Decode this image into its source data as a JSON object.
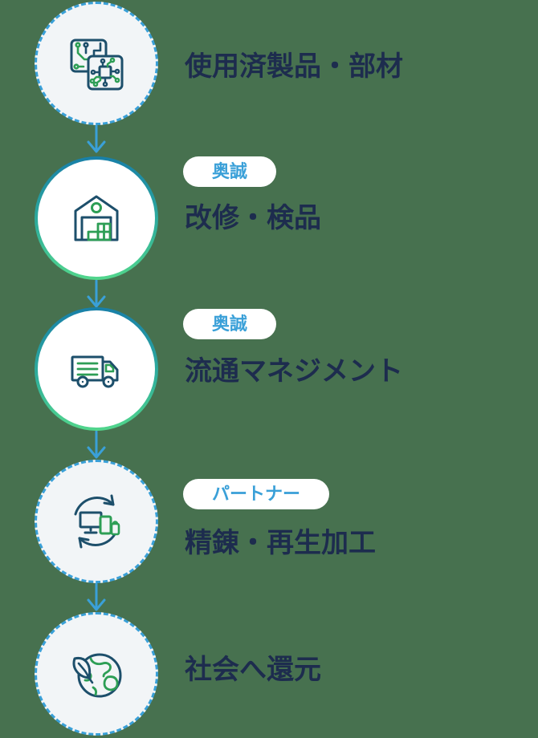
{
  "diagram": {
    "name": "recycling-process-flow",
    "background_color": "#47714f",
    "accent_blue": "#3aa0d8",
    "label_color": "#1d2c4e",
    "badge_text_color": "#3aa0d8",
    "badge_background": "#ffffff",
    "icon_navy": "#1d4f6b",
    "icon_green": "#2d9e55",
    "solid_border_gradient_top": "#187fa8",
    "solid_border_gradient_bottom": "#52d68c",
    "steps": [
      {
        "id": "used-products",
        "label": "使用済製品・部材",
        "badge": "",
        "icon": "circuit-boards-icon",
        "circle_style": "dashed"
      },
      {
        "id": "refurbish-inspect",
        "label": "改修・検品",
        "badge": "奥誠",
        "icon": "warehouse-icon",
        "circle_style": "solid"
      },
      {
        "id": "distribution-management",
        "label": "流通マネジメント",
        "badge": "奥誠",
        "icon": "truck-icon",
        "circle_style": "solid"
      },
      {
        "id": "refine-recycle",
        "label": "精錬・再生加工",
        "badge": "パートナー",
        "icon": "recycle-devices-icon",
        "circle_style": "dashed"
      },
      {
        "id": "return-to-society",
        "label": "社会へ還元",
        "badge": "",
        "icon": "globe-leaf-icon",
        "circle_style": "dashed"
      }
    ]
  }
}
